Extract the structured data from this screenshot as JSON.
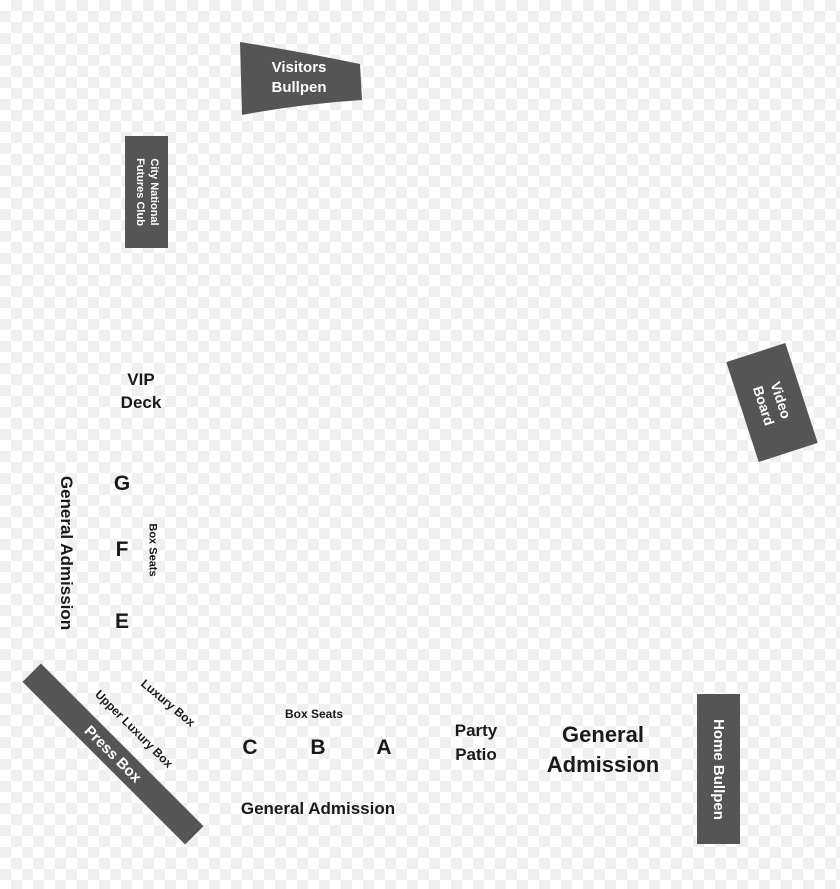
{
  "map": {
    "visitors_bullpen": {
      "line1": "Visitors",
      "line2": "Bullpen"
    },
    "futures_club": {
      "line1": "City National",
      "line2": "Futures Club"
    },
    "vip_deck": {
      "line1": "VIP",
      "line2": "Deck"
    },
    "video_board": {
      "line1": "Video",
      "line2": "Board"
    },
    "left_general_admission": "General Admission",
    "left_box_seats": "Box Seats",
    "left_sections": [
      "G",
      "F",
      "E"
    ],
    "luxury_box": "Luxury Box",
    "upper_luxury_box": "Upper Luxury Box",
    "press_box": "Press Box",
    "bottom_box_seats": "Box Seats",
    "bottom_sections": [
      "C",
      "B",
      "A"
    ],
    "bottom_general_admission": "General Admission",
    "party_patio": {
      "line1": "Party",
      "line2": "Patio"
    },
    "right_general_admission": {
      "line1": "General",
      "line2": "Admission"
    },
    "home_bullpen": "Home Bullpen",
    "colors": {
      "dark_block": "#555555",
      "text": "#1a1a1a",
      "background": "#ffffff"
    }
  }
}
